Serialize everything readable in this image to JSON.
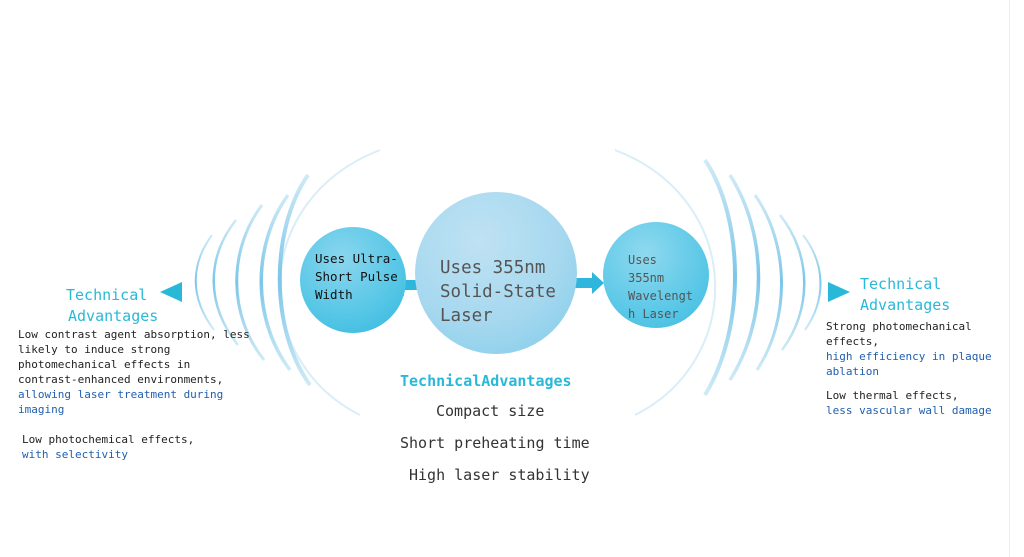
{
  "colors": {
    "accent": "#29b9d8",
    "link_blue": "#1f5fae",
    "arc": "#8ccfec"
  },
  "center_circle": {
    "lines": [
      "Uses 355nm",
      "Solid-State",
      "Laser"
    ]
  },
  "left_circle": {
    "lines": [
      "Uses Ultra-",
      "Short Pulse",
      "Width"
    ]
  },
  "right_circle": {
    "lines": [
      "Uses",
      "355nm",
      "Wavelengt",
      "h Laser"
    ]
  },
  "left_panel": {
    "heading": [
      "Technical",
      "Advantages"
    ],
    "note1": {
      "text": [
        "Low contrast agent absorption, less",
        "likely to induce strong",
        "photomechanical effects in",
        "contrast-enhanced environments,"
      ],
      "highlight": [
        "allowing laser treatment during",
        "imaging"
      ]
    },
    "note2": {
      "text": [
        "Low photochemical effects,"
      ],
      "highlight": [
        "with selectivity"
      ]
    }
  },
  "right_panel": {
    "heading": [
      "Technical",
      "Advantages"
    ],
    "note1": {
      "text": [
        "Strong photomechanical",
        "effects,"
      ],
      "highlight": [
        "high efficiency in plaque",
        "ablation"
      ]
    },
    "note2": {
      "text": [
        "Low thermal effects,"
      ],
      "highlight": [
        "less vascular wall damage"
      ]
    }
  },
  "center_panel": {
    "heading": "TechnicalAdvantages",
    "items": [
      "Compact size",
      "Short preheating time",
      "High laser stability"
    ]
  },
  "icons": [
    "arrow-left-icon",
    "arrow-right-icon",
    "triangle-left-icon",
    "triangle-right-icon"
  ]
}
